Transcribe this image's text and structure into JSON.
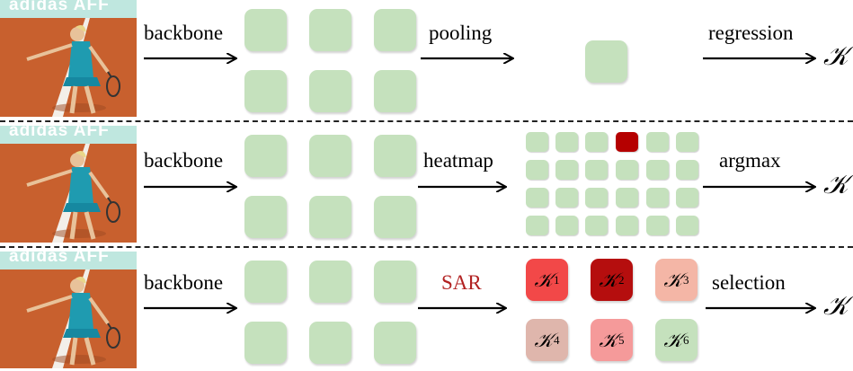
{
  "rows": [
    {
      "backbone_label": "backbone",
      "middle_label": "pooling",
      "final_label": "regression",
      "output": "𝒦"
    },
    {
      "backbone_label": "backbone",
      "middle_label": "heatmap",
      "final_label": "argmax",
      "output": "𝒦"
    },
    {
      "backbone_label": "backbone",
      "middle_label": "SAR",
      "final_label": "selection",
      "output": "𝒦",
      "candidates": [
        {
          "symbol": "𝒦",
          "index": "1",
          "color": "#f24848"
        },
        {
          "symbol": "𝒦",
          "index": "2",
          "color": "#b50e0e"
        },
        {
          "symbol": "𝒦",
          "index": "3",
          "color": "#f4b6a6"
        },
        {
          "symbol": "𝒦",
          "index": "4",
          "color": "#dfb6ac"
        },
        {
          "symbol": "𝒦",
          "index": "5",
          "color": "#f59a9a"
        },
        {
          "symbol": "𝒦",
          "index": "6",
          "color": "#c5e1bd"
        }
      ]
    }
  ],
  "photo": {
    "banner_text": "adidas AFF"
  },
  "colors": {
    "feature": "#c5e1bd",
    "heatmap_peak": "#b50000",
    "sar_label": "#b22222",
    "court": "#c8602e",
    "banner": "#bfe7df"
  }
}
